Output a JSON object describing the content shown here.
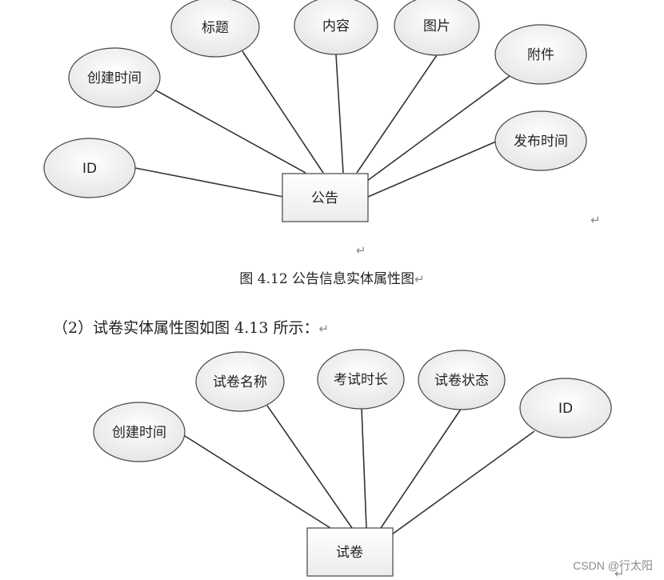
{
  "diagrams": [
    {
      "entity": "公告",
      "attributes": [
        "创建时间",
        "标题",
        "内容",
        "图片",
        "附件",
        "发布时间",
        "ID"
      ]
    },
    {
      "entity": "试卷",
      "attributes": [
        "创建时间",
        "试卷名称",
        "考试时长",
        "试卷状态",
        "ID"
      ]
    }
  ],
  "caption": "图 4.12  公告信息实体属性图",
  "paragraph": "（2）试卷实体属性图如图 4.13 所示：",
  "return_mark": "↵",
  "watermark": "CSDN @行太阳"
}
